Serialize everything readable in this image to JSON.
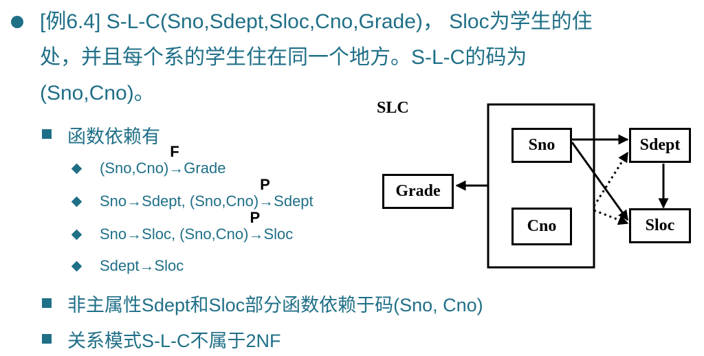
{
  "main_point": {
    "line1": "[例6.4]  S-L-C(Sno,Sdept,Sloc,Cno,Grade)，  Sloc为学生的住",
    "line2": "处，并且每个系的学生住在同一个地方。S-L-C的码为",
    "line3": "(Sno,Cno)。"
  },
  "sub_points": {
    "fd_heading": "函数依赖有",
    "nonprime": "非主属性Sdept和Sloc部分函数依赖于码(Sno, Cno)",
    "not_2nf": "关系模式S-L-C不属于2NF"
  },
  "dependencies": {
    "d1": {
      "lhs": "(Sno,Cno)",
      "tag": "F",
      "rhs": "Grade"
    },
    "d2": {
      "prefix": "Sno→Sdept, ",
      "lhs": "(Sno,Cno)",
      "tag": "P",
      "rhs": "Sdept"
    },
    "d3": {
      "prefix": "Sno→Sloc, ",
      "lhs": "(Sno,Cno)",
      "tag": "P",
      "rhs": "Sloc"
    },
    "d4": {
      "text": "Sdept→Sloc"
    },
    "arrow": "→"
  },
  "diagram": {
    "title": "SLC",
    "nodes": {
      "sno": "Sno",
      "cno": "Cno",
      "grade": "Grade",
      "sdept": "Sdept",
      "sloc": "Sloc"
    }
  },
  "colors": {
    "text": "#1f6f87",
    "diagram": "#000000"
  }
}
